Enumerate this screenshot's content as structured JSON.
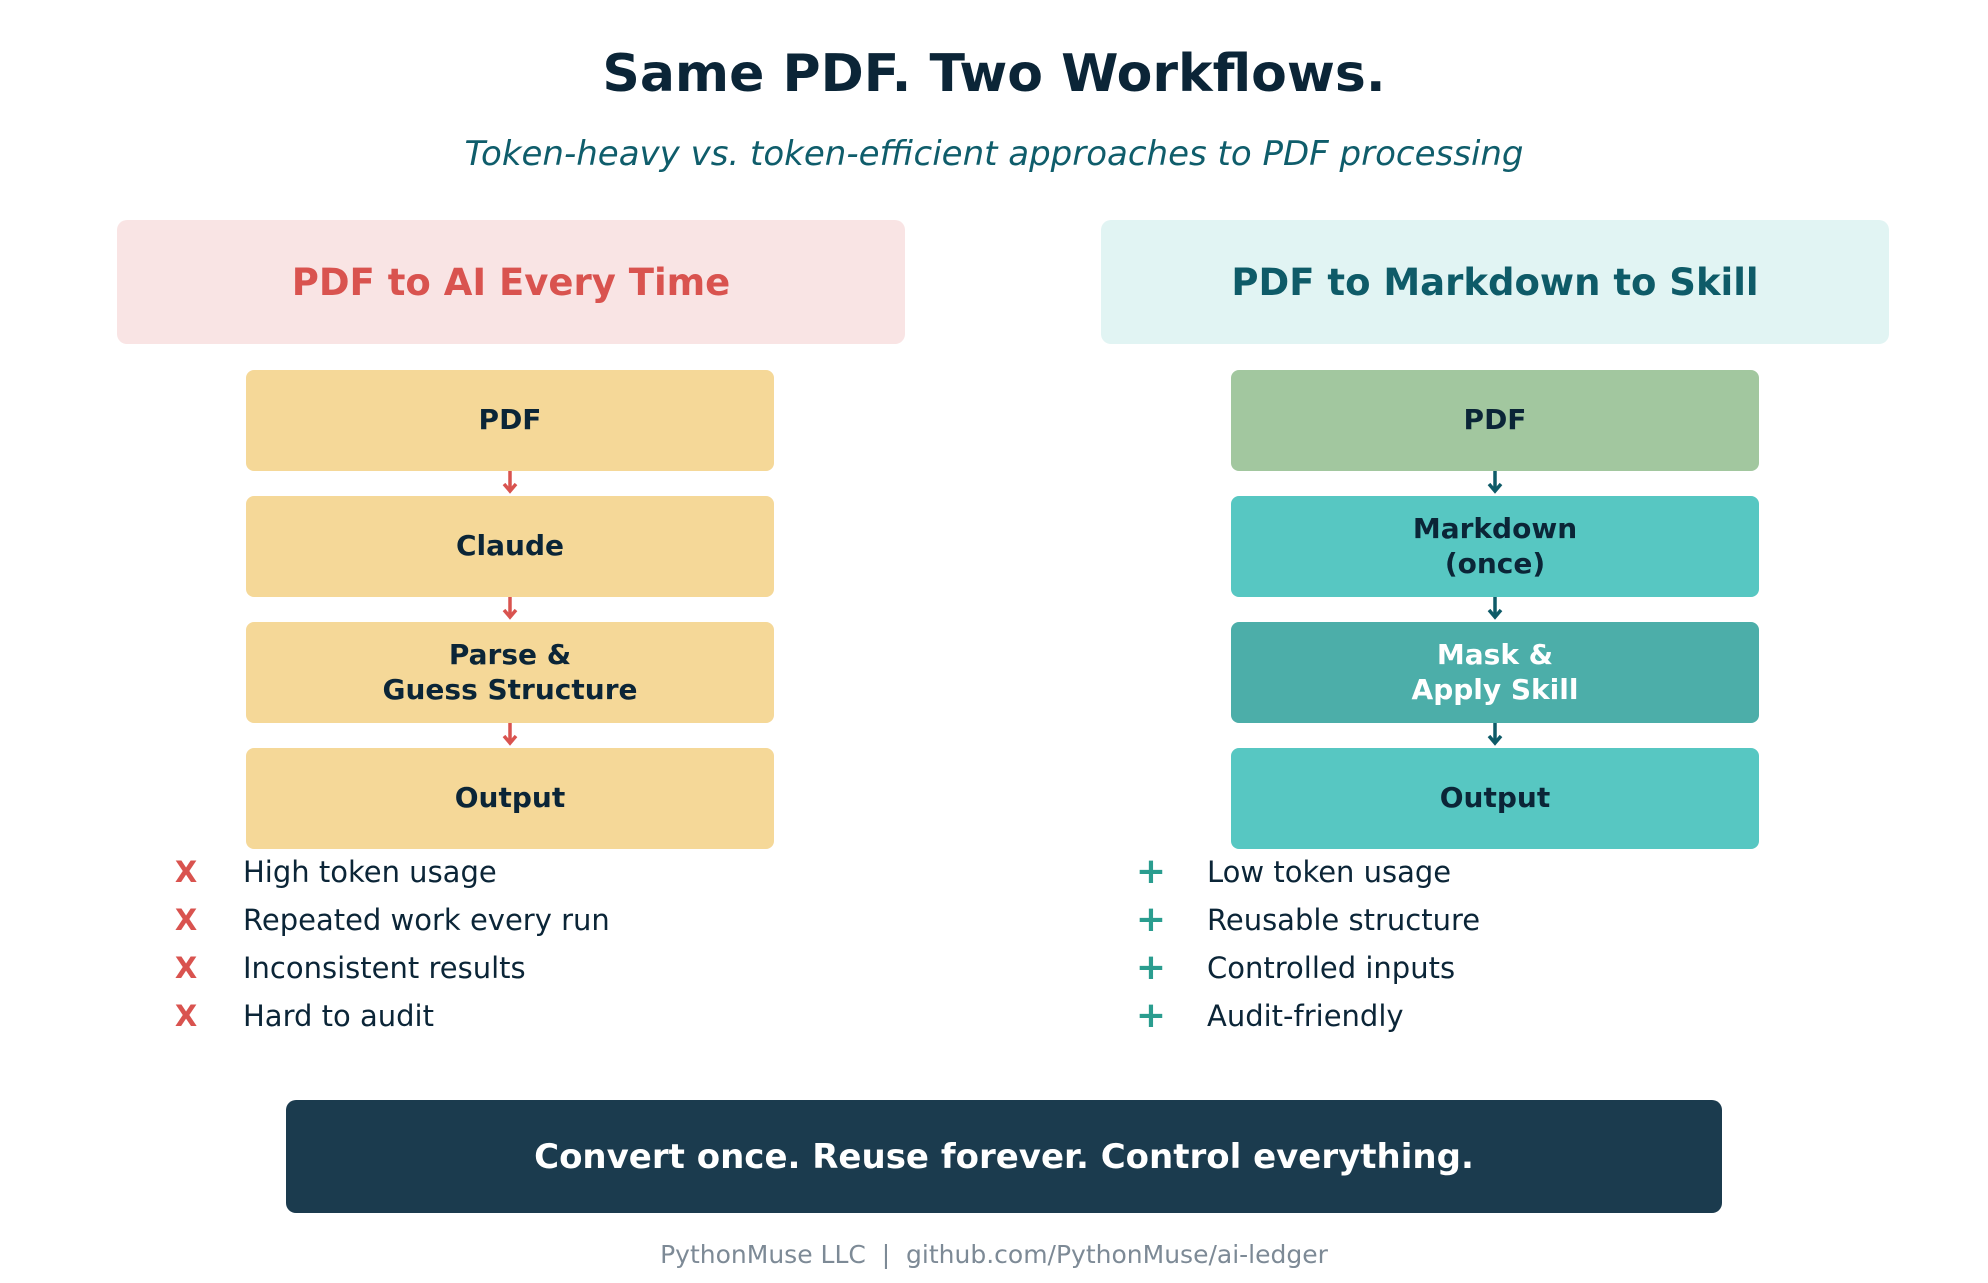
{
  "title": "Same PDF. Two Workflows.",
  "subtitle": "Token-heavy vs. token-efficient approaches to PDF processing",
  "left": {
    "header": "PDF to AI Every Time",
    "steps": [
      {
        "label": "PDF"
      },
      {
        "label": "Claude"
      },
      {
        "label": "Parse &\nGuess Structure"
      },
      {
        "label": "Output"
      }
    ],
    "bullet_mark": "X",
    "bullets": [
      "High token usage",
      "Repeated work every run",
      "Inconsistent results",
      "Hard to audit"
    ]
  },
  "right": {
    "header": "PDF to Markdown to Skill",
    "steps": [
      {
        "label": "PDF",
        "color": "#a2c79f"
      },
      {
        "label": "Markdown\n(once)",
        "color": "#57c7c2"
      },
      {
        "label": "Mask &\nApply Skill",
        "color": "#4caea9"
      },
      {
        "label": "Output",
        "color": "#57c7c2"
      }
    ],
    "bullet_mark": "+",
    "bullets": [
      "Low token usage",
      "Reusable structure",
      "Controlled inputs",
      "Audit-friendly"
    ]
  },
  "banner": "Convert once. Reuse forever. Control everything.",
  "footer": "PythonMuse LLC  |  github.com/PythonMuse/ai-ledger",
  "colors": {
    "left_arrow": "#d9534f",
    "right_arrow": "#0e5b68",
    "highlight_text": "#ffffff"
  }
}
